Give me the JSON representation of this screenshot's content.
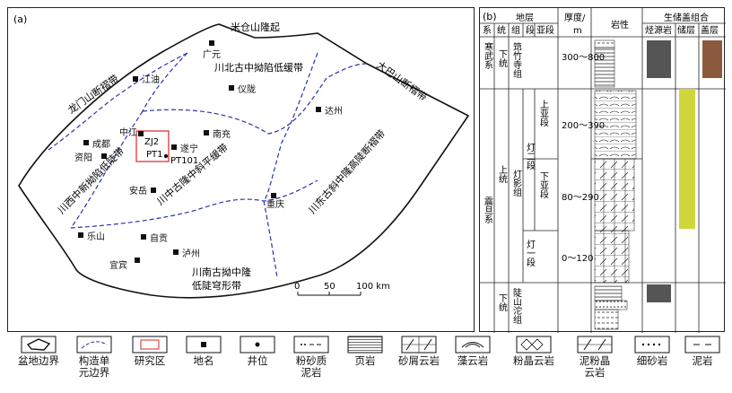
{
  "panel_a": {
    "label": "(a)",
    "scale": {
      "zero": "0",
      "mid": "50",
      "end": "100 km"
    },
    "regions": {
      "micang": "米仓山隆起",
      "dabashan": "大巴山断褶带",
      "longmenshan": "龙门山断褶带",
      "chuanbei": "川北古中拗陷低缓带",
      "chuanxi": "川西中新拗陷低陡带",
      "chuanzhong": "川中古隆中斜平缓带",
      "chuandong": "川东古斜中隆高陡断褶带",
      "chuannan_1": "川南古拗中隆",
      "chuannan_2": "低陡穹形带"
    },
    "places": {
      "guangyuan": "广元",
      "jiangyou": "江油",
      "yilong": "仪陇",
      "dazhou": "达州",
      "zhongjiang": "中江",
      "chengdu": "成都",
      "ziyang": "资阳",
      "nanchong": "南充",
      "suining": "遂宁",
      "anyue": "安岳",
      "chongqing": "重庆",
      "leshan": "乐山",
      "zigong": "自贡",
      "luzhou": "泸州",
      "yibin": "宜宾"
    },
    "wells": {
      "zj2": "ZJ2",
      "pt1": "PT1",
      "pt101": "PT101"
    }
  },
  "panel_b": {
    "label": "(b)",
    "headers": {
      "strata": "地层",
      "thickness_1": "厚度/",
      "thickness_2": "m",
      "lithology": "岩性",
      "assemblage": "生储盖组合",
      "system": "系",
      "series": "统",
      "formation": "组",
      "member": "段",
      "submember": "亚段",
      "source": "烃源岩",
      "reservoir": "储层",
      "cap": "盖层"
    },
    "cambrian": {
      "system": "寒武系",
      "series": "下统",
      "formation": "筇竹寺组",
      "thickness": "300～800"
    },
    "sinian": {
      "system": "震旦系",
      "upper": "上统",
      "lower": "下统",
      "dengying": "灯影组",
      "deng2": "灯二段",
      "deng1": "灯一段",
      "doushantuo": "陡山沱组"
    },
    "rows": [
      {
        "sub": "上亚段",
        "thickness": "200～390"
      },
      {
        "sub": "下亚段",
        "thickness": "80～290"
      },
      {
        "sub": "",
        "thickness": "0～120"
      }
    ]
  },
  "legend": [
    {
      "icon": "basin-boundary-icon",
      "label": "盆地边界"
    },
    {
      "icon": "tectonic-boundary-icon",
      "label": "构造单\n元边界"
    },
    {
      "icon": "study-area-icon",
      "label": "研究区"
    },
    {
      "icon": "place-name-icon",
      "label": "地名"
    },
    {
      "icon": "well-icon",
      "label": "井位"
    },
    {
      "icon": "silty-mudstone-icon",
      "label": "粉砂质\n泥岩"
    },
    {
      "icon": "shale-icon",
      "label": "页岩"
    },
    {
      "icon": "clastic-dolomite-icon",
      "label": "砂屑云岩"
    },
    {
      "icon": "algal-dolomite-icon",
      "label": "藻云岩"
    },
    {
      "icon": "crystalline-dolomite-icon",
      "label": "粉晶云岩"
    },
    {
      "icon": "muddy-dolomite-icon",
      "label": "泥粉晶\n云岩"
    },
    {
      "icon": "fine-sandstone-icon",
      "label": "细砂岩"
    },
    {
      "icon": "mudstone-icon",
      "label": "泥岩"
    }
  ],
  "colors": {
    "source": "#555555",
    "reservoir": "#cfd63c",
    "cap": "#8b5a3c",
    "study_box": "#d9252b",
    "boundary": "#2b35a8"
  }
}
